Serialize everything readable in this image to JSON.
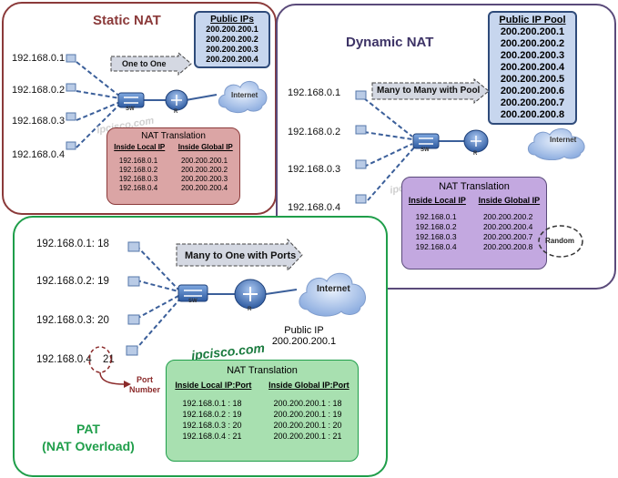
{
  "static_nat": {
    "title": "Static NAT",
    "hosts": [
      "192.168.0.1",
      "192.168.0.2",
      "192.168.0.3",
      "192.168.0.4"
    ],
    "public_ips": {
      "header": "Public IPs",
      "ips": [
        "200.200.200.1",
        "200.200.200.2",
        "200.200.200.3",
        "200.200.200.4"
      ]
    },
    "arrow_label": "One to One",
    "switch_label": "SW",
    "router_label": "R",
    "internet_label": "Internet",
    "watermark": "ipcisco.com",
    "table": {
      "title": "NAT Translation",
      "col1": "Inside Local IP",
      "col2": "Inside Global IP",
      "rows": [
        {
          "local": "192.168.0.1",
          "global": "200.200.200.1"
        },
        {
          "local": "192.168.0.2",
          "global": "200.200.200.2"
        },
        {
          "local": "192.168.0.3",
          "global": "200.200.200.3"
        },
        {
          "local": "192.168.0.4",
          "global": "200.200.200.4"
        }
      ]
    }
  },
  "dynamic_nat": {
    "title": "Dynamic NAT",
    "hosts": [
      "192.168.0.1",
      "192.168.0.2",
      "192.168.0.3",
      "192.168.0.4"
    ],
    "pool": {
      "header": "Public IP Pool",
      "ips": [
        "200.200.200.1",
        "200.200.200.2",
        "200.200.200.3",
        "200.200.200.4",
        "200.200.200.5",
        "200.200.200.6",
        "200.200.200.7",
        "200.200.200.8"
      ]
    },
    "arrow_label": "Many to Many with Pool",
    "switch_label": "SW",
    "router_label": "R",
    "internet_label": "Internet",
    "watermark": "ipcisco.com",
    "random_label": "Random",
    "table": {
      "title": "NAT Translation",
      "col1": "Inside Local IP",
      "col2": "Inside Global IP",
      "rows": [
        {
          "local": "192.168.0.1",
          "global": "200.200.200.2"
        },
        {
          "local": "192.168.0.2",
          "global": "200.200.200.4"
        },
        {
          "local": "192.168.0.3",
          "global": "200.200.200.7"
        },
        {
          "local": "192.168.0.4",
          "global": "200.200.200.8"
        }
      ]
    }
  },
  "pat": {
    "title_line1": "PAT",
    "title_line2": "(NAT Overload)",
    "hosts": [
      "192.168.0.1: 18",
      "192.168.0.2: 19",
      "192.168.0.3: 20"
    ],
    "host4_ip": "192.168.0.4",
    "host4_port": "21",
    "port_label_1": "Port",
    "port_label_2": "Number",
    "arrow_label": "Many to One with Ports",
    "switch_label": "SW",
    "router_label": "R",
    "internet_label": "Internet",
    "public_ip_label": "Public IP",
    "public_ip": "200.200.200.1",
    "watermark": "ipcisco.com",
    "table": {
      "title": "NAT Translation",
      "col1": "Inside Local IP:Port",
      "col2": "Inside Global IP:Port",
      "rows": [
        {
          "local": "192.168.0.1 : 18",
          "global": "200.200.200.1 : 18"
        },
        {
          "local": "192.168.0.2 : 19",
          "global": "200.200.200.1 : 19"
        },
        {
          "local": "192.168.0.3 : 20",
          "global": "200.200.200.1 : 20"
        },
        {
          "local": "192.168.0.4 : 21",
          "global": "200.200.200.1 : 21"
        }
      ]
    }
  },
  "colors": {
    "static_border": "#8b3a3a",
    "dynamic_border": "#5a4a7a",
    "pat_border": "#1f9e4a",
    "link": "#3b5f9a"
  }
}
